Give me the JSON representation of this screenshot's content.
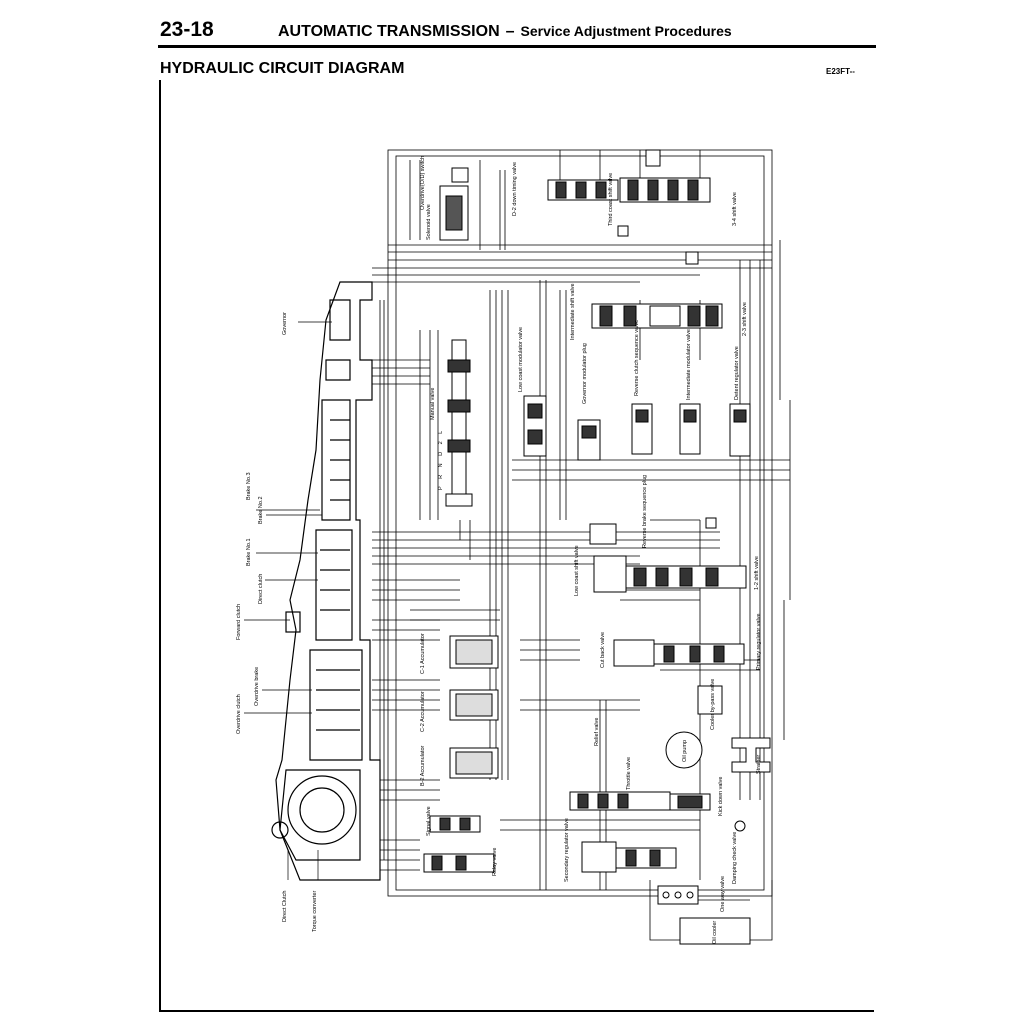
{
  "header": {
    "page_number": "23-18",
    "chapter": "AUTOMATIC TRANSMISSION",
    "separator": "–",
    "subtitle": "Service Adjustment Procedures"
  },
  "section": {
    "title": "HYDRAULIC CIRCUIT DIAGRAM",
    "code": "E23FT--"
  },
  "labels": {
    "governor": "Governor",
    "brake_no3": "Brake No.3",
    "brake_no2": "Brake No.2",
    "brake_no1": "Brake No.1",
    "direct_clutch": "Direct clutch",
    "forward_clutch": "Forward clutch",
    "overdrive_brake": "Overdrive brake",
    "overdrive_clutch": "Overdrive clutch",
    "direct_clutch_2": "Direct Clutch",
    "torque_converter": "Torque converter",
    "overdrive_switch": "Overdrive(O/D) switch",
    "solenoid_valve": "Solenoid valve",
    "d2_down_timing_valve": "D-2 down timing valve",
    "third_coast_shift_valve": "Third coast shift valve",
    "shift_3_4_valve": "3-4 shift valve",
    "intermediate_shift_valve": "Intermediate shift valve",
    "shift_2_3_valve": "2-3 shift valve",
    "manual_valve": "Manual valve",
    "low_coast_modulator_valve": "Low coast modulator valve",
    "governor_modulator_plug": "Governor modulator plug",
    "reverse_clutch_sequence_valve": "Reverse clutch sequence valve",
    "intermediate_modulator_valve": "Intermediate modulator valve",
    "detent_regulator_valve": "Detent regulator valve",
    "shift_positions": "P R N D 2 L",
    "reverse_brake_sequence_plug": "Reverse brake sequence plug",
    "low_coast_shift_valve": "Low coast shift valve",
    "shift_1_2_valve": "1-2 shift valve",
    "c1_accumulator": "C-1 Accumulator",
    "c2_accumulator": "C-2 Accumulator",
    "b2_accumulator": "B-2 Accumulator",
    "cut_back_valve": "Cut back valve",
    "primary_regulator_valve": "Primary regulator valve",
    "cooler_bypass_valve": "Cooler by-pass valve",
    "oil_pump": "Oil pump",
    "strainer": "Strainer",
    "relief_valve": "Relief valve",
    "throttle_valve": "Throttle valve",
    "kick_down_valve": "Kick down valve",
    "signal_valve": "Signal valve",
    "relay_valve": "Relay valve",
    "secondary_regulator_valve": "Secondary regulator valve",
    "damping_check_valve": "Damping check valve",
    "one_way_valve": "One way valve",
    "oil_cooler": "Oil cooler"
  }
}
